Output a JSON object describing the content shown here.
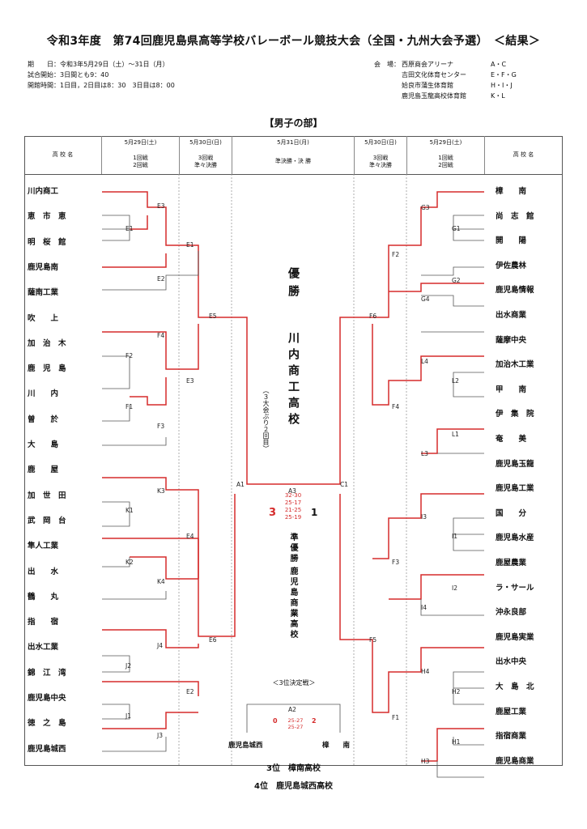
{
  "title": "令和3年度　第74回鹿児島県高等学校バレーボール競技大会（全国・九州大会予選）　＜結果＞",
  "info": {
    "period": "期　　日：令和3年5月29日（土）～31日（月）",
    "start": "試合開始：3日間とも9：40",
    "open": "開館時間：1日目，2日目は8：30　3日目は8：00",
    "venue_label": "会　場：",
    "venues": [
      {
        "name": "西原商会アリーナ",
        "courts": "A・C"
      },
      {
        "name": "吉田文化体育センター",
        "courts": "E・F・G"
      },
      {
        "name": "姶良市蒲生体育館",
        "courts": "H・I・J"
      },
      {
        "name": "鹿児島玉龍高校体育館",
        "courts": "K・L"
      }
    ]
  },
  "section_title": "【男子の部】",
  "header": {
    "school_label": "高 校 名",
    "d1": "5月29日(土)",
    "d1_rounds": [
      "1回戦",
      "2回戦"
    ],
    "d2": "5月30日(日)",
    "d2_rounds": [
      "3回戦",
      "準々決勝"
    ],
    "d3": "5月31日(月)",
    "d3_rounds": [
      "準決勝・決 勝"
    ]
  },
  "left_teams": [
    "川内商工",
    "恵　市　恵",
    "明　桜　館",
    "鹿児島南",
    "薩南工業",
    "吹　　上",
    "加　治　木",
    "鹿　児　島",
    "川　　内",
    "曽　　於",
    "大　　島",
    "鹿　　屋",
    "加　世　田",
    "武　岡　台",
    "隼人工業",
    "出　　水",
    "鶴　　丸",
    "指　　宿",
    "出水工業",
    "錦　江　湾",
    "鹿児島中央",
    "徳　之　島",
    "鹿児島城西"
  ],
  "right_teams": [
    "樟　　南",
    "尚　志　館",
    "開　　陽",
    "伊佐農林",
    "鹿児島情報",
    "出水商業",
    "薩摩中央",
    "加治木工業",
    "甲　　南",
    "伊　集　院",
    "奄　　美",
    "鹿児島玉龍",
    "鹿児島工業",
    "国　　分",
    "鹿児島水産",
    "鹿屋農業",
    "ラ・サール",
    "沖永良部",
    "鹿児島実業",
    "出水中央",
    "大　島　北",
    "鹿屋工業",
    "指宿商業",
    "鹿児島商業"
  ],
  "champion": {
    "label": "優勝",
    "school": "川内商工高校",
    "note": "（３大会ぶり２回目）"
  },
  "final": {
    "court": "A3",
    "scores": [
      "32-30",
      "25-17",
      "21-25",
      "25-19"
    ],
    "left_sets": "3",
    "right_sets": "1"
  },
  "runner_up": {
    "label": "準優勝",
    "school": "鹿児島商業高校"
  },
  "third_place_match": {
    "title": "＜3位決定戦＞",
    "court": "A2",
    "scores": [
      "25-27",
      "25-27"
    ],
    "left_sets": "0",
    "right_sets": "2",
    "left_team": "鹿児島城西",
    "right_team": "樟　　南"
  },
  "results": [
    {
      "label": "3位",
      "school": "樟南高校"
    },
    {
      "label": "4位",
      "school": "鹿児島城西高校"
    }
  ],
  "colors": {
    "win": "#d52b2b",
    "line": "#555555"
  }
}
